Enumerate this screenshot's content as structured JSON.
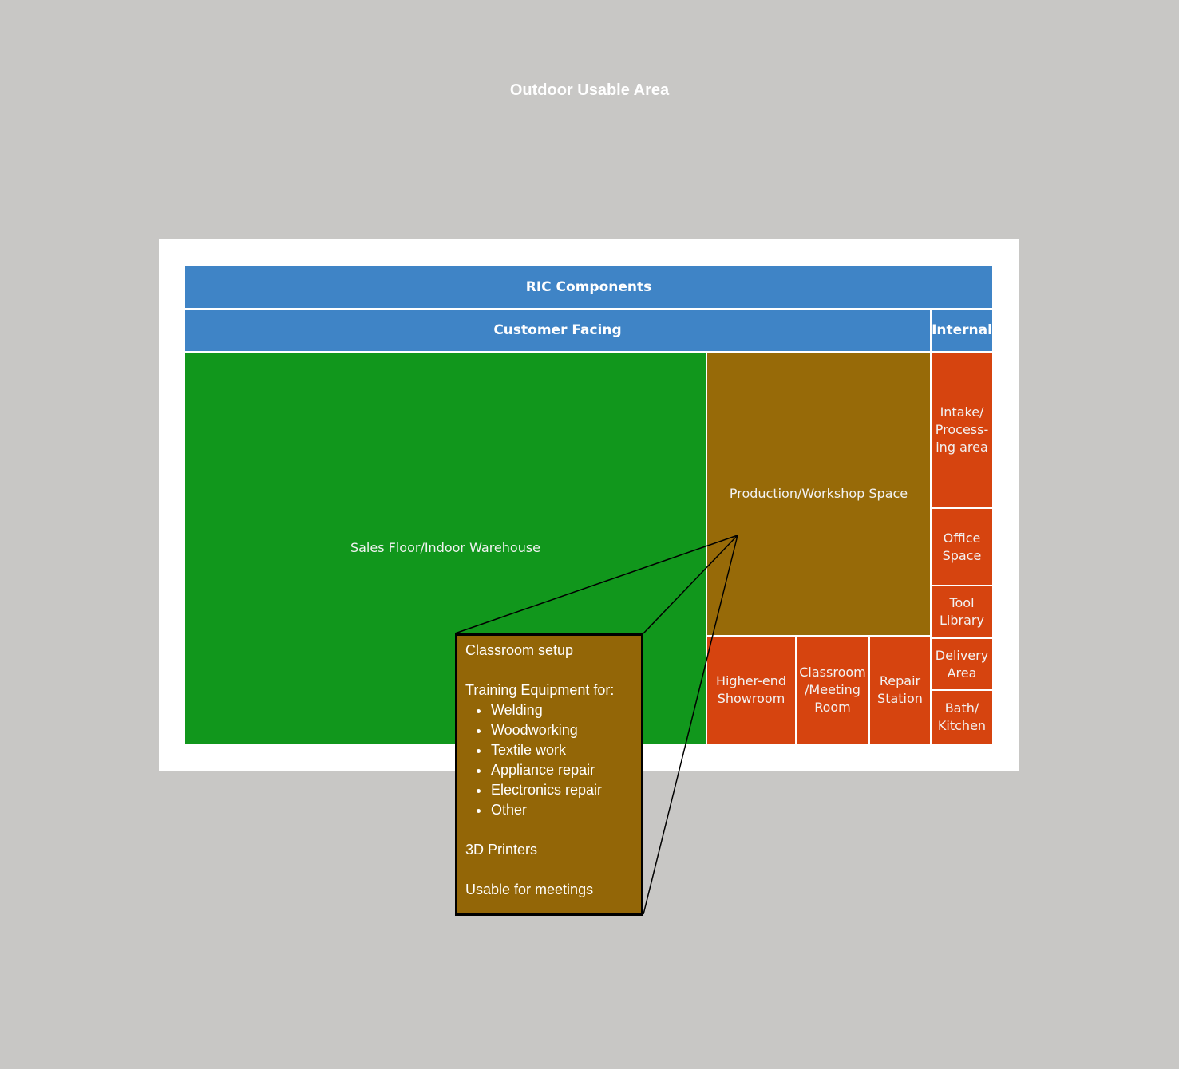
{
  "title": "Outdoor Usable Area",
  "diagram": {
    "root": "RIC Components",
    "groups": {
      "customer_facing": "Customer Facing",
      "internal": "Internal"
    },
    "areas": {
      "sales_floor": "Sales Floor/Indoor Warehouse",
      "production": "Production/Workshop Space",
      "showroom": "Higher-end\nShowroom",
      "classroom": "Classroom\n/Meeting\nRoom",
      "repair": "Repair\nStation",
      "intake": "Intake/\nProcess-\ning area",
      "office": "Office\nSpace",
      "tool_library": "Tool\nLibrary",
      "delivery": "Delivery\nArea",
      "bath": "Bath/\nKitchen"
    },
    "callout": {
      "line1": "Classroom setup",
      "line2": "Training Equipment for:",
      "items": [
        "Welding",
        "Woodworking",
        "Textile work",
        "Appliance repair",
        "Electronics repair",
        "Other"
      ],
      "line3": "3D Printers",
      "line4": "Usable for meetings"
    }
  },
  "colors": {
    "background": "#c8c7c5",
    "header_blue": "#3f84c6",
    "sales_green": "#11971c",
    "production_brown": "#976a08",
    "area_red": "#d6440f"
  }
}
